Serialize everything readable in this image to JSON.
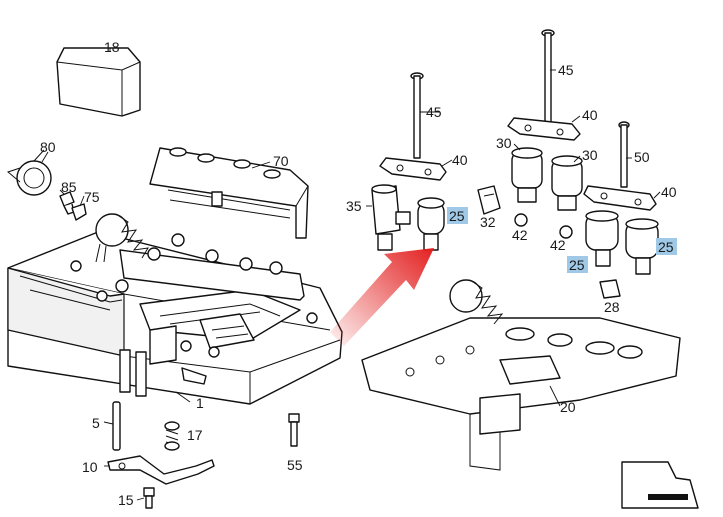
{
  "callouts": {
    "c18": "18",
    "c80": "80",
    "c85": "85",
    "c75": "75",
    "c70": "70",
    "c1": "1",
    "c5": "5",
    "c17": "17",
    "c10": "10",
    "c15": "15",
    "c55": "55",
    "c45a": "45",
    "c40a": "40",
    "c35": "35",
    "c25a": "25",
    "c32": "32",
    "c42a": "42",
    "c45b": "45",
    "c40b": "40",
    "c30a": "30",
    "c30b": "30",
    "c50": "50",
    "c40c": "40",
    "c42b": "42",
    "c25b": "25",
    "c25c": "25",
    "c28": "28",
    "c20": "20"
  },
  "highlight": {
    "label_color": "#9fc9e6",
    "arrow_color": "#e32020",
    "highlighted_part": "25"
  }
}
